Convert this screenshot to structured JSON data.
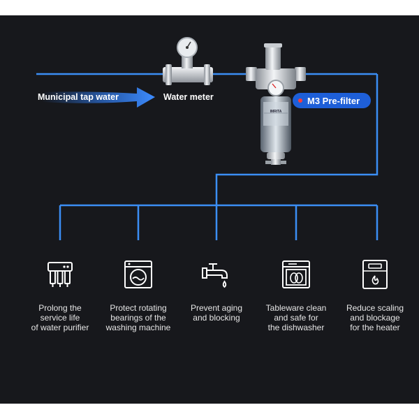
{
  "source_label": "Municipal tap water",
  "meter_label": "Water meter",
  "filter_badge": "M3 Pre-filter",
  "filter_brand": "IMRITA",
  "benefits": [
    {
      "icon": "water-purifier-icon",
      "text": "Prolong the\nservice life\nof water purifier"
    },
    {
      "icon": "washing-machine-icon",
      "text": "Protect rotating\nbearings of the\nwashing machine"
    },
    {
      "icon": "faucet-icon",
      "text": "Prevent aging\nand blocking"
    },
    {
      "icon": "dishwasher-icon",
      "text": "Tableware clean\nand safe for\nthe dishwasher"
    },
    {
      "icon": "water-heater-icon",
      "text": "Reduce scaling\nand blockage\nfor the heater"
    }
  ],
  "colors": {
    "background": "#17181c",
    "pipe": "#3b8ef5",
    "badge": "#1e5fd8",
    "arrow": "#2f7bf0",
    "badge_dot": "#ff3b3b"
  }
}
